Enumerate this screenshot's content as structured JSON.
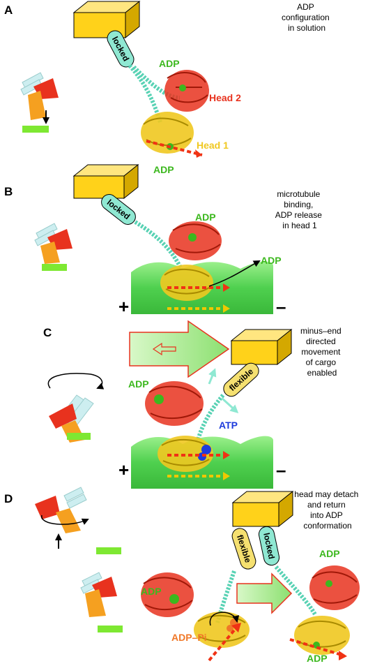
{
  "panels": {
    "A": {
      "letter": "A",
      "caption": [
        "ADP",
        "configuration",
        "in solution"
      ],
      "stalk": "locked",
      "labels": {
        "adp_top": "ADP",
        "head2": "Head 2",
        "head1": "Head 1",
        "adp_bottom": "ADP"
      }
    },
    "B": {
      "letter": "B",
      "caption": [
        "microtubule",
        "binding,",
        "ADP release",
        "in head 1"
      ],
      "stalk": "locked",
      "labels": {
        "adp_top": "ADP",
        "adp_release": "ADP"
      },
      "plus": "+",
      "minus": "–"
    },
    "C": {
      "letter": "C",
      "caption": [
        "minus–end",
        "directed",
        "movement",
        "of cargo",
        "enabled"
      ],
      "stalk": "flexible",
      "labels": {
        "adp": "ADP",
        "atp": "ATP"
      },
      "plus": "+",
      "minus": "–"
    },
    "D": {
      "letter": "D",
      "caption": [
        "head may detach",
        "and return",
        "into ADP",
        "conformation"
      ],
      "stalk_left": "flexible",
      "stalk_right": "locked",
      "labels": {
        "adp_left": "ADP",
        "adp_pi": "ADP–Pi",
        "adp_right_top": "ADP",
        "adp_right_bottom": "ADP"
      }
    }
  },
  "colors": {
    "cargo": "#ffd21a",
    "stalk": "#8fe8d2",
    "head_red": "#e8321e",
    "head_yellow": "#f0c820",
    "adp_green": "#3cb81e",
    "atp_blue": "#1e3cdc",
    "adp_pi_orange": "#f07828",
    "microtubule": "#5ed65e",
    "schematic_orange": "#f5a020",
    "schematic_green": "#7ee832",
    "dash_red": "#f03214",
    "dash_yellow": "#f0c800"
  }
}
